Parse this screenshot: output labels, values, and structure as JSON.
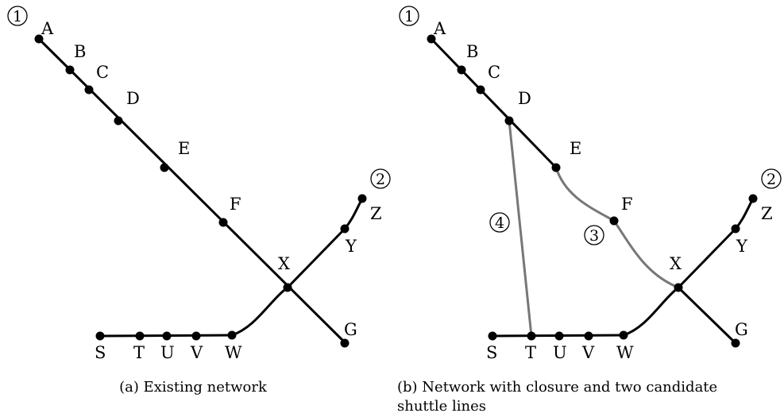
{
  "diagrams": [
    {
      "caption": "(a) Existing network",
      "line_numbers": [
        "1",
        "2"
      ],
      "stations": [
        "A",
        "B",
        "C",
        "D",
        "E",
        "F",
        "X",
        "Y",
        "Z",
        "G",
        "S",
        "T",
        "U",
        "V",
        "W"
      ]
    },
    {
      "caption_line1": "(b) Network with closure and two candidate",
      "caption_line2": "shuttle lines",
      "line_numbers": [
        "1",
        "2",
        "3",
        "4"
      ],
      "stations": [
        "A",
        "B",
        "C",
        "D",
        "E",
        "F",
        "X",
        "Y",
        "Z",
        "G",
        "S",
        "T",
        "U",
        "V",
        "W"
      ],
      "removed_segment": [
        "E",
        "X"
      ],
      "shuttles": [
        {
          "number": "3",
          "route": [
            "E",
            "F",
            "X"
          ]
        },
        {
          "number": "4",
          "route": [
            "D",
            "T"
          ]
        }
      ]
    }
  ],
  "colors": {
    "network": "#000000",
    "shuttle": "#777777"
  }
}
